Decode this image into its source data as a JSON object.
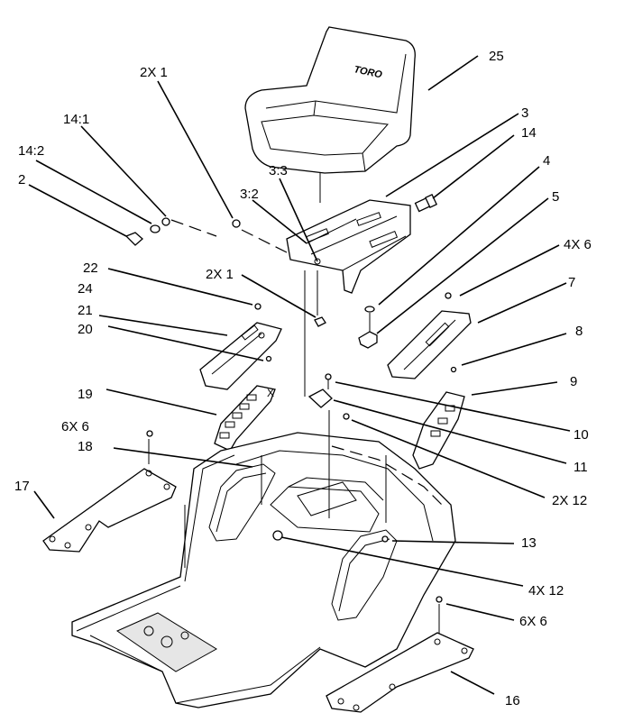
{
  "seat_logo": "TORO",
  "callouts": {
    "c25": "25",
    "c3": "3",
    "c14": "14",
    "c4": "4",
    "c5": "5",
    "c4x6": "4X 6",
    "c7": "7",
    "c8": "8",
    "c9": "9",
    "c10": "10",
    "c11": "11",
    "c2x12": "2X 12",
    "c13": "13",
    "c4x12": "4X 12",
    "c6x6_right": "6X 6",
    "c16": "16",
    "c2x1_top": "2X 1",
    "c3_3": "3:3",
    "c3_2": "3:2",
    "c14_1": "14:1",
    "c14_2": "14:2",
    "c2": "2",
    "c2x1_mid": "2X 1",
    "c22": "22",
    "c24": "24",
    "c21": "21",
    "c20": "20",
    "c19": "19",
    "c6x6_left": "6X 6",
    "c18": "18",
    "c17": "17",
    "x_mark": "X"
  }
}
